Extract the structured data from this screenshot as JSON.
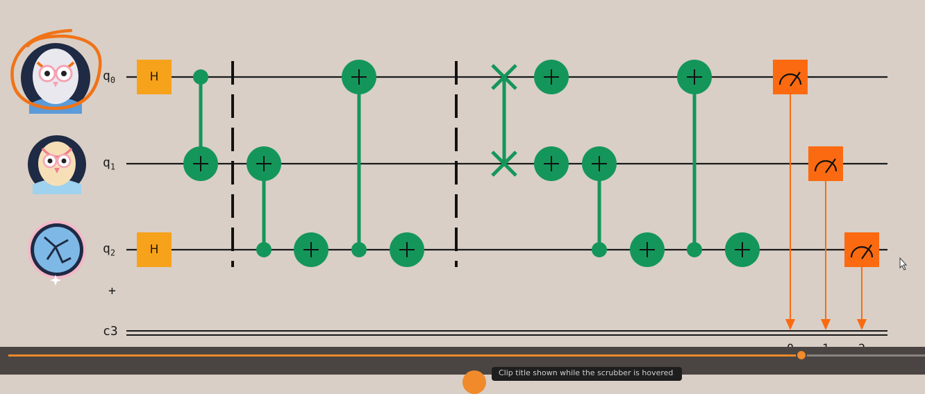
{
  "circuit": {
    "qubit_labels": [
      {
        "name": "q",
        "index": "0"
      },
      {
        "name": "q",
        "index": "1"
      },
      {
        "name": "q",
        "index": "2"
      }
    ],
    "plus_label": "+",
    "classical_label": "c3",
    "gate_h_label": "H",
    "classical_bit_labels": [
      "0",
      "1",
      "2"
    ],
    "colors": {
      "background": "#d9cfc6",
      "h_gate": "#f7a21b",
      "cnot": "#14965a",
      "measure": "#fb6a10",
      "annotation": "#f07318"
    }
  },
  "player": {
    "progress_fraction": 0.865,
    "tooltip_text": "Clip title shown while the scrubber is hovered"
  }
}
